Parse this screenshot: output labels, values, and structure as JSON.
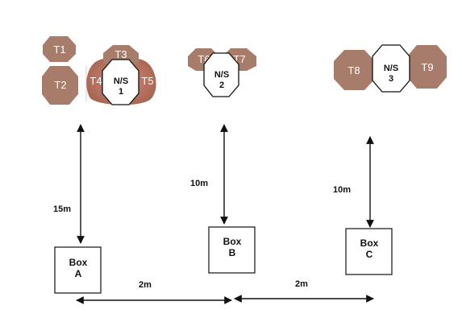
{
  "colors": {
    "target_fill": "#a87c6a",
    "target_dark": "#94654f",
    "target_glow": "#c9776a",
    "outline": "#111111",
    "white": "#ffffff"
  },
  "groups": [
    {
      "targets": [
        "T1",
        "T2",
        "T3",
        "T4",
        "T5"
      ],
      "ns": {
        "line1": "N/S",
        "line2": "1"
      }
    },
    {
      "targets": [
        "T6",
        "T7"
      ],
      "ns": {
        "line1": "N/S",
        "line2": "2"
      }
    },
    {
      "targets": [
        "T8",
        "T9"
      ],
      "ns": {
        "line1": "N/S",
        "line2": "3"
      }
    }
  ],
  "boxes": [
    {
      "line1": "Box",
      "line2": "A"
    },
    {
      "line1": "Box",
      "line2": "B"
    },
    {
      "line1": "Box",
      "line2": "C"
    }
  ],
  "distances": {
    "a_to_ns1": "15m",
    "b_to_ns2": "10m",
    "c_to_ns3": "10m",
    "a_to_b": "2m",
    "b_to_c": "2m"
  }
}
